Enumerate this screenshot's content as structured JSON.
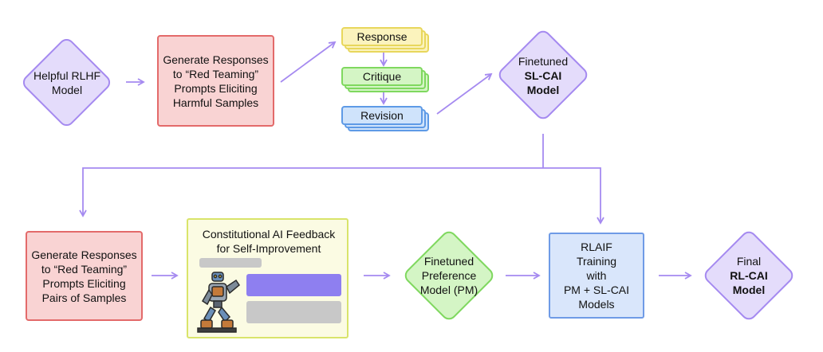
{
  "nodes": {
    "helpful_rlhf": {
      "line1": "Helpful RLHF",
      "line2": "Model"
    },
    "red_team_top": {
      "lines": [
        "Generate Responses",
        "to “Red Teaming”",
        "Prompts Eliciting",
        "Harmful Samples"
      ]
    },
    "response": {
      "label": "Response"
    },
    "critique": {
      "label": "Critique"
    },
    "revision": {
      "label": "Revision"
    },
    "sl_cai": {
      "line1": "Finetuned",
      "line2": "SL-CAI",
      "line3": "Model"
    },
    "red_team_bottom": {
      "lines": [
        "Generate Responses",
        "to “Red Teaming”",
        "Prompts Eliciting",
        "Pairs of Samples"
      ]
    },
    "cai_feedback": {
      "line1": "Constitutional AI Feedback",
      "line2": "for Self-Improvement"
    },
    "pm": {
      "lines": [
        "Finetuned",
        "Preference",
        "Model (PM)"
      ]
    },
    "rlaif": {
      "lines": [
        "RLAIF",
        "Training",
        "with",
        "PM + SL-CAI",
        "Models"
      ]
    },
    "rl_cai": {
      "line1": "Final",
      "line2": "RL-CAI",
      "line3": "Model"
    }
  },
  "colors": {
    "purple_edge": "#a58af0",
    "purple_fill": "#e4dcfb",
    "red_fill": "#f9d3d3",
    "red_edge": "#e36a6a",
    "yellow_fill": "#fbf3bd",
    "yellow_edge": "#e8d75c",
    "green_fill": "#d4f5c5",
    "green_edge": "#7fd85f",
    "blue_fill": "#cfe3fb",
    "blue_edge": "#5e9ae6",
    "arrow": "#a58af0"
  },
  "icons": [
    "robot-thinker-icon"
  ]
}
